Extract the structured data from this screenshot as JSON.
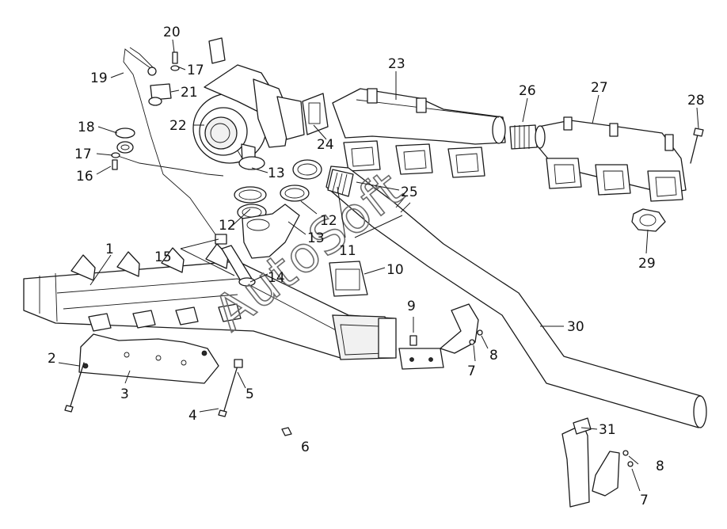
{
  "watermark": "AutoSoft",
  "callouts": {
    "c1": "1",
    "c2": "2",
    "c3": "3",
    "c4": "4",
    "c5": "5",
    "c6": "6",
    "c7a": "7",
    "c7b": "7",
    "c8a": "8",
    "c8b": "8",
    "c9": "9",
    "c10": "10",
    "c11": "11",
    "c12a": "12",
    "c12b": "12",
    "c13a": "13",
    "c13b": "13",
    "c14": "14",
    "c15": "15",
    "c16": "16",
    "c17a": "17",
    "c17b": "17",
    "c18": "18",
    "c19": "19",
    "c20": "20",
    "c21": "21",
    "c22": "22",
    "c23": "23",
    "c24": "24",
    "c25": "25",
    "c26": "26",
    "c27": "27",
    "c28": "28",
    "c29": "29",
    "c30": "30",
    "c31": "31"
  }
}
